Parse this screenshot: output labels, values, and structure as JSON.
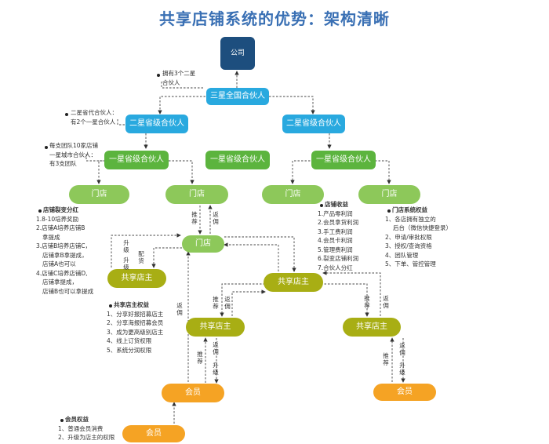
{
  "title": "共享店铺系统的优势：架构清晰",
  "nodes": {
    "company": "公司",
    "three_star": "三星全国合伙人",
    "two_star_left": "二星省级合伙人",
    "two_star_right": "二星省级合伙人",
    "one_star_left": "一星省级合伙人",
    "one_star_mid": "一星省级合伙人",
    "one_star_right": "一星省级合伙人",
    "store_1": "门店",
    "store_2": "门店",
    "store_3": "门店",
    "store_4": "门店",
    "store_center": "门店",
    "shared_owner_left": "共享店主",
    "shared_owner_mid": "共享店主",
    "shared_owner_lower": "共享店主",
    "shared_owner_right": "共享店主",
    "member_center": "会员",
    "member_right": "会员",
    "member_bottom": "会员"
  },
  "edge_labels": {
    "recommend_1": "推荐",
    "rebate_1": "返佣",
    "upgrade_1": "升级",
    "distribute": "配货",
    "upgrade_2": "升级",
    "rebate_2": "返佣",
    "recommend_2": "推荐",
    "rebate_3": "返佣",
    "recommend_3": "推荐",
    "rebate_4": "返佣",
    "rebate_5": "返佣",
    "recommend_4": "推荐",
    "upgrade_3": "升级",
    "rebate_6": "返佣",
    "recommend_5": "推荐",
    "upgrade_4": "升级"
  },
  "notes": {
    "three_star_note": [
      "拥有3个二星",
      "合伙人"
    ],
    "two_star_note": [
      "二星省代合伙人：",
      "有2个一星合伙人"
    ],
    "one_star_note": [
      "每支团队10家店铺",
      "一星城市合伙人：",
      "有3支团队"
    ],
    "store_split": {
      "heading": "店铺裂变分红",
      "lines": [
        "1.8-10培养奖励",
        "2.店铺A培养店铺B",
        "拿提成",
        "3.店铺B培养店铺C，",
        "店铺拿B拿提成，",
        "店铺A也可以",
        "4.店铺C培养店铺D,",
        "店铺拿提成，",
        "店铺B也可以拿提成"
      ]
    },
    "store_income": {
      "heading": "店铺收益",
      "lines": [
        "1.产品零利润",
        "2.会员拿货利润",
        "3.手工费利润",
        "4.会员卡利润",
        "5.管理费利润",
        "6.裂变店铺利润",
        "7.合伙人分红"
      ]
    },
    "store_system": {
      "heading": "门店系统权益",
      "lines": [
        "1、各店拥有独立的",
        "后台（微信快捷登录）",
        "2、申请/审批权限",
        "3、授权/查询资格",
        "4、团队管理",
        "5、下单、管控管理"
      ]
    },
    "owner_rights": {
      "heading": "共享店主权益",
      "lines": [
        "1、分享好报招募店主",
        "2、分享海报招募会员",
        "3、成为更高级别店主",
        "4、线上订货权限",
        "5、系统分润权限"
      ]
    },
    "member_rights": {
      "heading": "会员权益",
      "lines": [
        "1、普通会员消费",
        "2、升级为店主的权限"
      ]
    }
  },
  "colors": {
    "title": "#3a70b4",
    "company": "#1d4e7e",
    "blue": "#29a9df",
    "green": "#5cb43e",
    "light_green": "#8dc85a",
    "olive": "#a8ae14",
    "orange": "#f5a324"
  }
}
